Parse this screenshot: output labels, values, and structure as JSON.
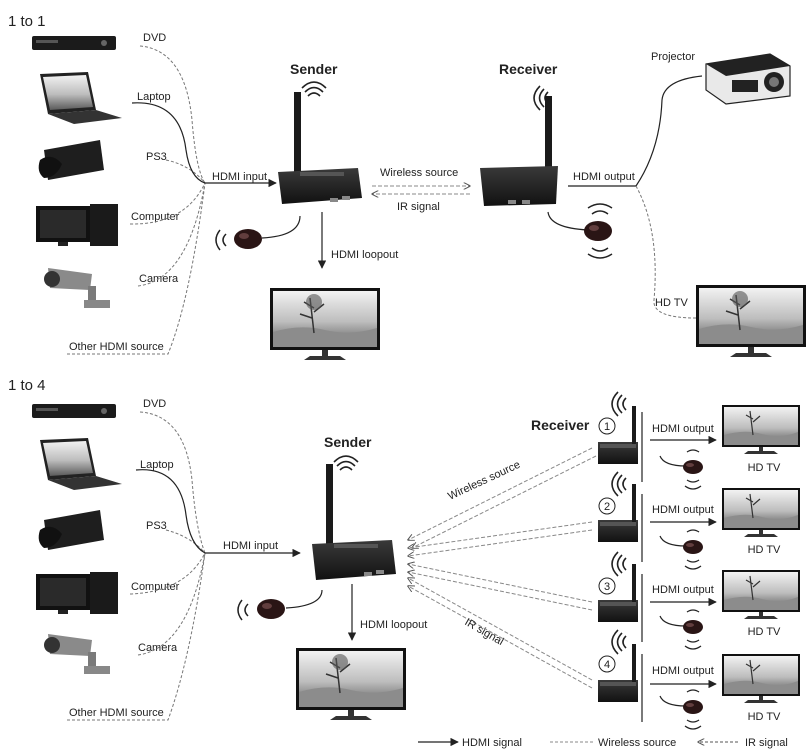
{
  "sections": {
    "one_to_one": {
      "title": "1 to 1",
      "sender": "Sender",
      "receiver": "Receiver",
      "sources": [
        "DVD",
        "Laptop",
        "PS3",
        "Computer",
        "Camera",
        "Other HDMI source"
      ],
      "hdmi_input": "HDMI input",
      "wireless_source": "Wireless source",
      "ir_signal": "IR signal",
      "hdmi_loopout": "HDMI loopout",
      "hdmi_output": "HDMI output",
      "projector": "Projector",
      "hdtv": "HD TV"
    },
    "one_to_four": {
      "title": "1 to 4",
      "sender": "Sender",
      "receiver": "Receiver",
      "sources": [
        "DVD",
        "Laptop",
        "PS3",
        "Computer",
        "Camera",
        "Other HDMI source"
      ],
      "hdmi_input": "HDMI input",
      "wireless_source": "Wireless source",
      "ir_signal": "IR signal",
      "hdmi_loopout": "HDMI loopout",
      "receiver_numbers": [
        "1",
        "2",
        "3",
        "4"
      ],
      "hdmi_output": "HDMI output",
      "hdtv": "HD TV"
    }
  },
  "legend": {
    "hdmi": "HDMI signal",
    "wireless": "Wireless source",
    "ir": "IR signal"
  },
  "colors": {
    "line": "#222222",
    "dashed": "#777777",
    "device": "#1e1e1e",
    "screen_sky": "#d9d9d9"
  }
}
